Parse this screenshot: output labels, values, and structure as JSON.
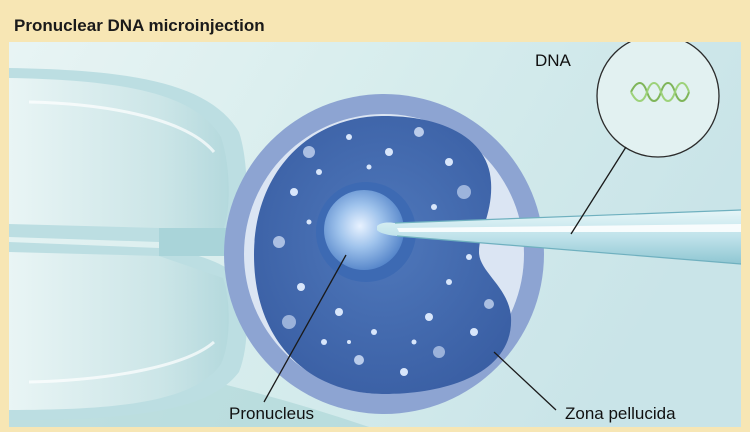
{
  "title": "Pronuclear DNA microinjection",
  "labels": {
    "dna": "DNA",
    "pronucleus": "Pronucleus",
    "zona_pellucida": "Zona pellucida"
  },
  "colors": {
    "page_background": "#f7e6b4",
    "panel_background": "#d9eef0",
    "holding_pipette": "#cfe8ea",
    "zona": "#8fa6d3",
    "perivitelline_space": "#dde6f3",
    "cytoplasm": "#3f67ad",
    "pronucleus": "#8fb8e6",
    "needle": "#bfe3ea",
    "dna_helix": "#7fb55a"
  }
}
